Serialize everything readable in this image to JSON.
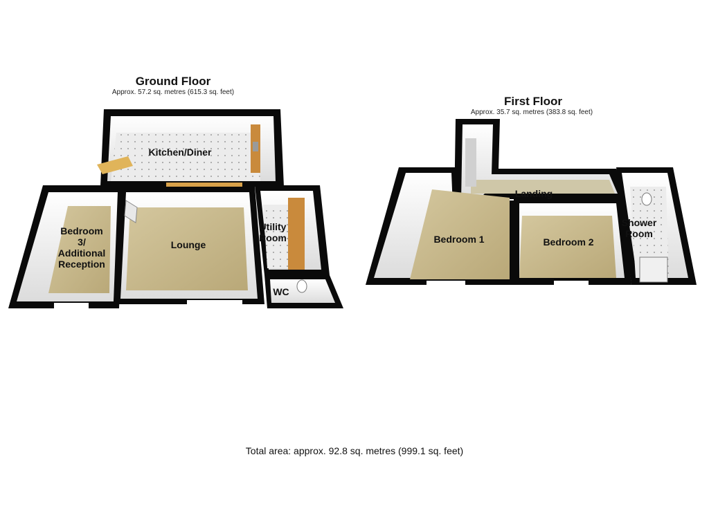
{
  "ground_floor": {
    "title": "Ground Floor",
    "area": "Approx. 57.2 sq. metres (615.3 sq. feet)",
    "rooms": {
      "kitchen": "Kitchen/Diner",
      "lounge": "Lounge",
      "bedroom3": [
        "Bedroom",
        "3/",
        "Additional",
        "Reception"
      ],
      "utility": [
        "Utility",
        "Room"
      ],
      "wc": "WC"
    }
  },
  "first_floor": {
    "title": "First Floor",
    "area": "Approx. 35.7 sq. metres (383.8 sq. feet)",
    "rooms": {
      "landing": "Landing",
      "bedroom1": "Bedroom 1",
      "bedroom2": "Bedroom 2",
      "shower": [
        "Shower",
        "Room"
      ]
    }
  },
  "total_area": "Total area: approx. 92.8 sq. metres (999.1 sq. feet)",
  "colors": {
    "wall": "#0a0a0a",
    "floor_carpet": "#c9b98e",
    "floor_tile": "#e6e6e6",
    "wall_inner": "#f2f2f2",
    "worktop": "#c98a3c"
  }
}
